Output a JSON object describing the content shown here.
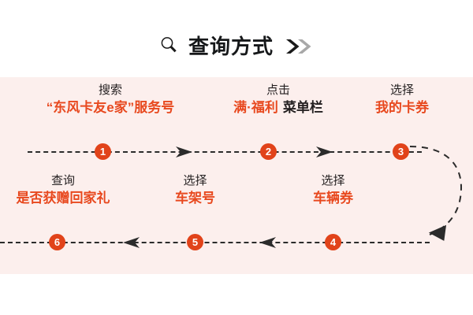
{
  "header": {
    "icon": "magnifier-icon",
    "title": "查询方式",
    "chevron": "double-chevron-right-icon",
    "chevron_colors": [
      "#1a1a1a",
      "#a8a8a8"
    ]
  },
  "theme": {
    "page_bg": "#ffffff",
    "panel_bg": "#fcefed",
    "accent": "#e8491f",
    "badge_bg": "#e1431a",
    "badge_text": "#ffffff",
    "dark_text": "#231f20",
    "line": "#2b2b2b"
  },
  "flow": {
    "row1": [
      {
        "number": "1",
        "top": "搜索",
        "main": "“东风卡友e家”服务号",
        "main_color": "accent"
      },
      {
        "number": "2",
        "top": "点击",
        "main": "满·福利",
        "main_suffix": "菜单栏",
        "main_color": "accent"
      },
      {
        "number": "3",
        "top": "选择",
        "main": "我的卡券",
        "main_color": "accent"
      }
    ],
    "row2": [
      {
        "number": "6",
        "top": "查询",
        "main": "是否获赠回家礼",
        "main_color": "accent"
      },
      {
        "number": "5",
        "top": "选择",
        "main": "车架号",
        "main_color": "accent"
      },
      {
        "number": "4",
        "top": "选择",
        "main": "车辆券",
        "main_color": "accent"
      }
    ],
    "connector_style": "dashed",
    "row1_direction": "left-to-right",
    "row2_direction": "right-to-left",
    "wrap_connector": "curved-arrow-right-down-left"
  }
}
